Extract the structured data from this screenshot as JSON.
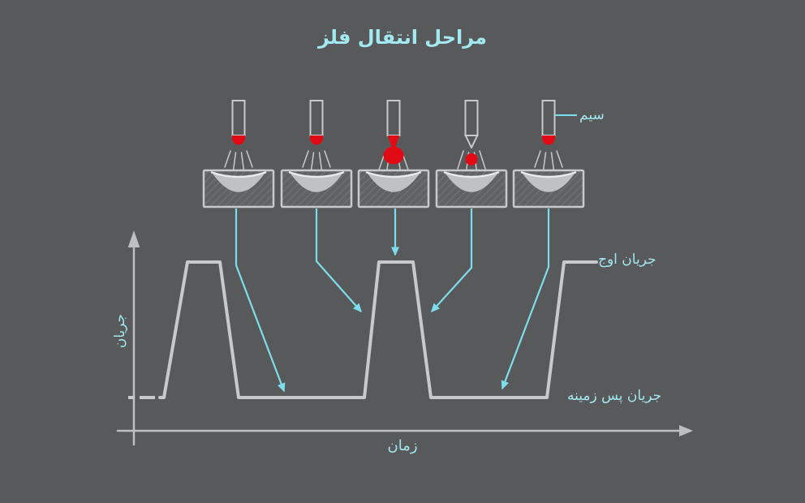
{
  "title": "مراحل انتقال فلز",
  "labels": {
    "wire": "سیم",
    "peak_current": "جریان اوج",
    "background_current": "جریان پس زمینه",
    "x_axis": "زمان",
    "y_axis": "جریان"
  },
  "figure": {
    "stage_count": 5,
    "pulse_count": 3
  },
  "colors": {
    "background": "#58595b",
    "line": "#c8c9cb",
    "axis": "#bdbfc1",
    "hatch_fill": "#616264",
    "hatch_line": "#6f7072",
    "pool": "#c0c1c3",
    "pool_highlight": "#e9eaeb",
    "red": "#e20a14",
    "cyan": "#7edded",
    "label_text": "#a3e6f0",
    "title_text": "#a3e9f2"
  }
}
